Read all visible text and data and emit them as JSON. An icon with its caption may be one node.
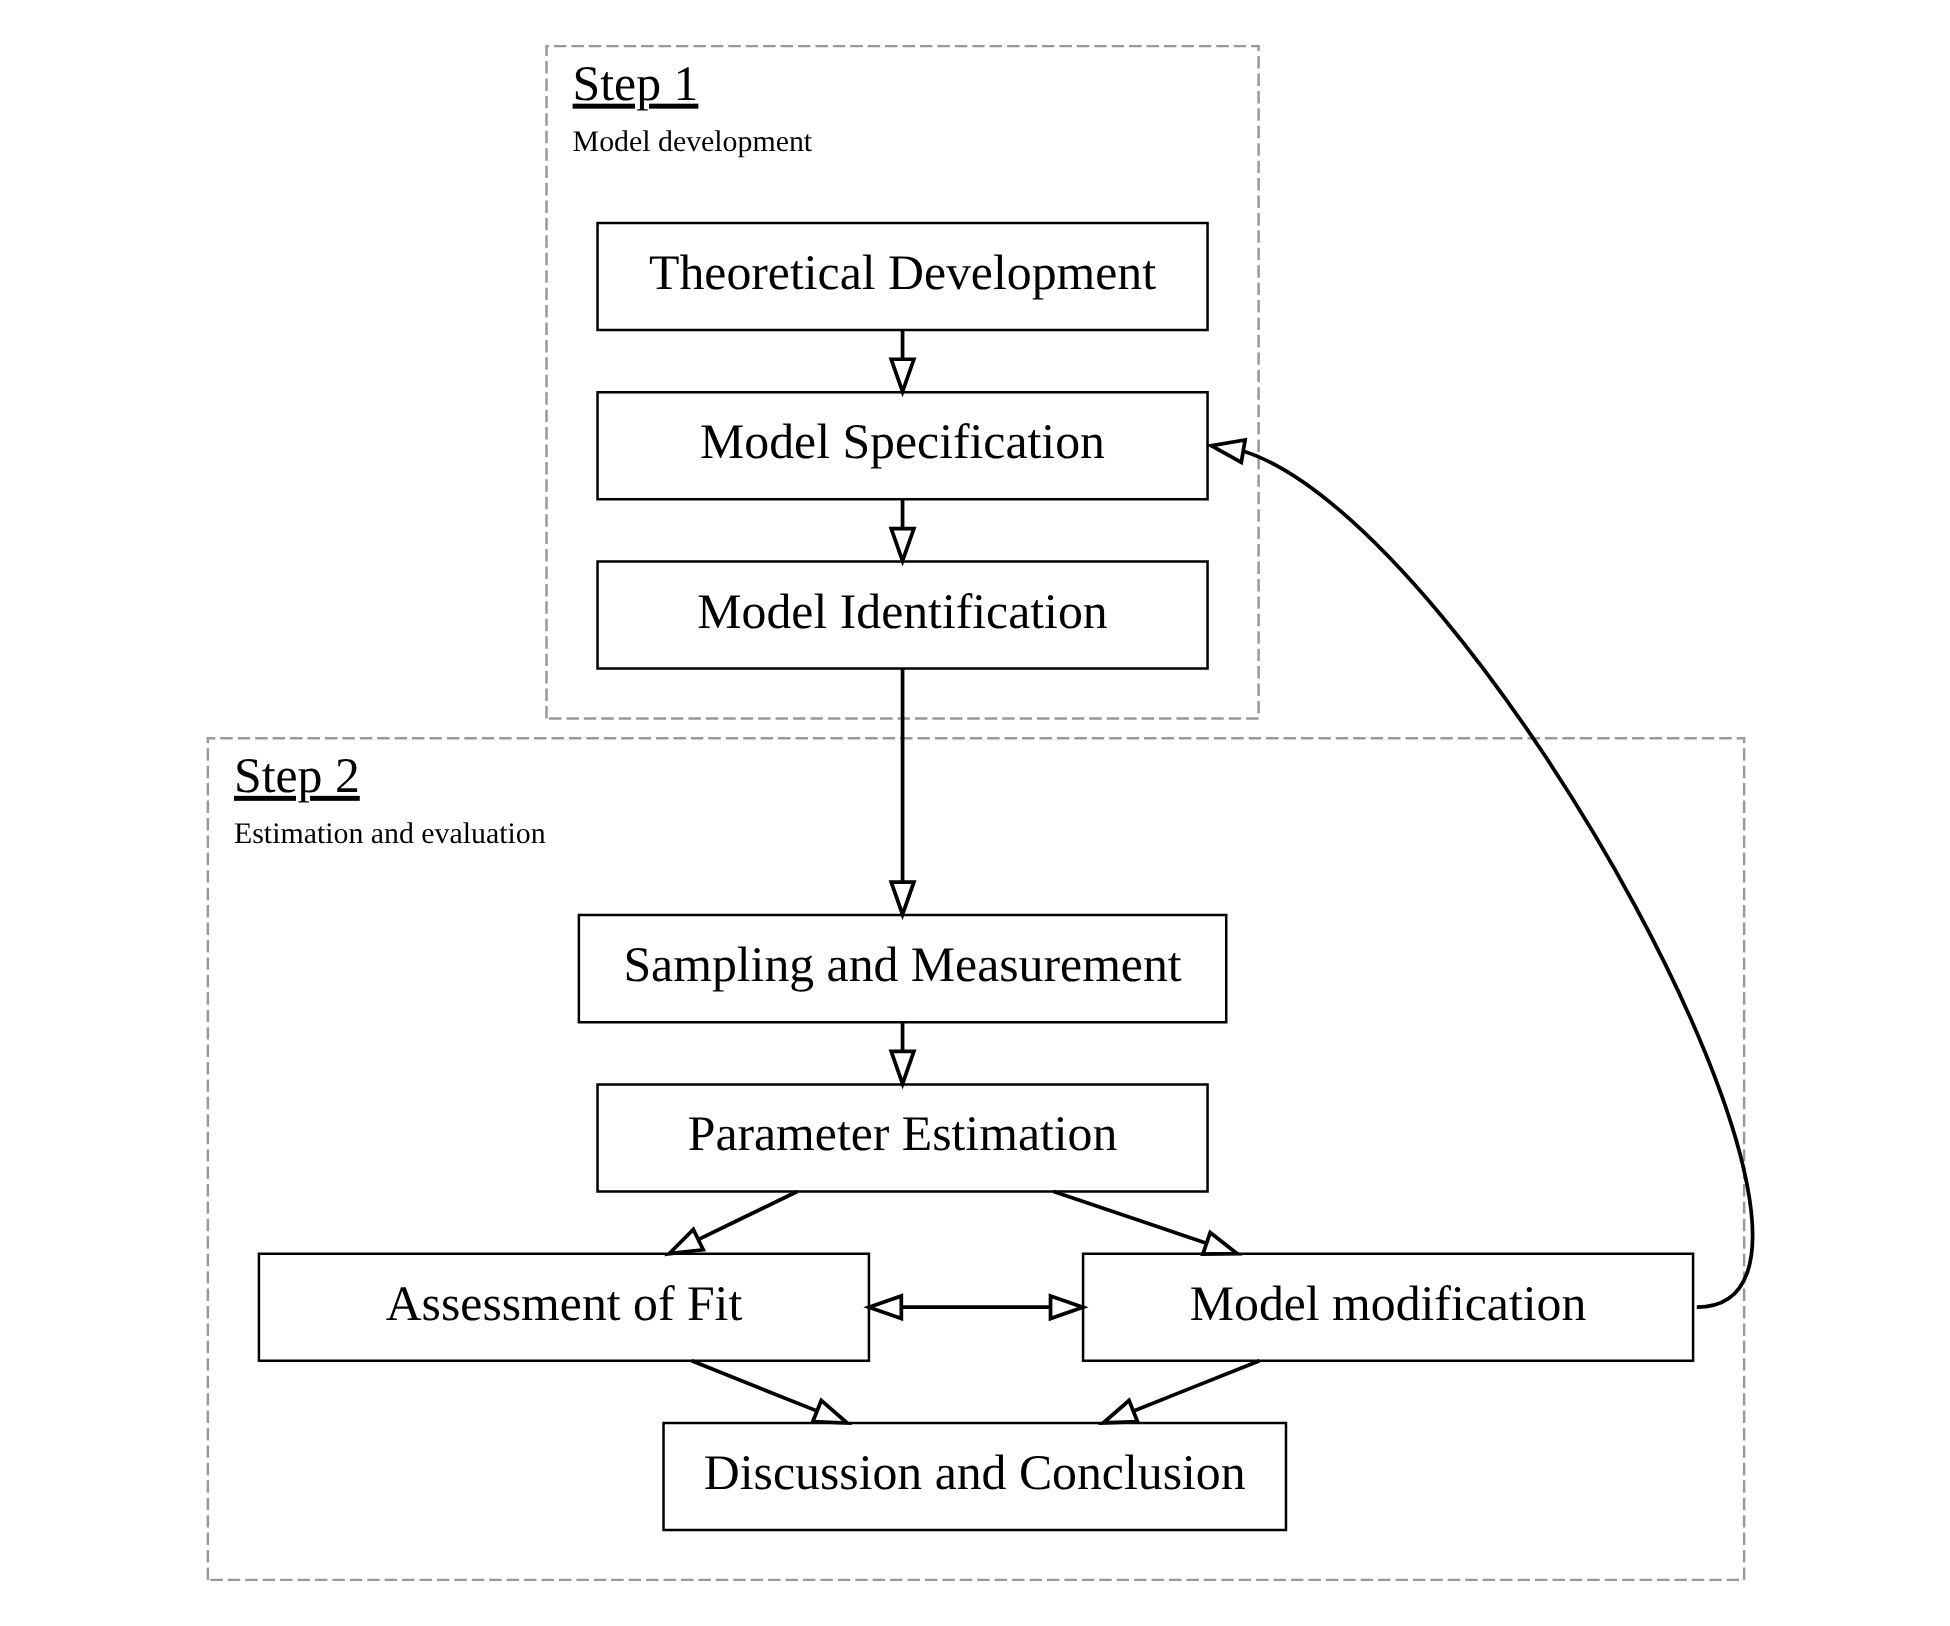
{
  "diagram": {
    "nodes": [
      {
        "text": [
          "Step 1",
          "Model development"
        ]
      },
      {
        "text": [
          "Theoretical Development"
        ],
        "in": 0
      },
      {
        "text": [
          "Model Specification"
        ],
        "in": 0
      },
      {
        "text": [
          "Model Identification"
        ],
        "in": 0
      },
      {
        "text": [
          "Step 2",
          "Estimation and evaluation"
        ]
      },
      {
        "text": [
          "Sampling and Measurement"
        ],
        "in": 4
      },
      {
        "text": [
          "Parameter Estimation"
        ],
        "in": 4
      },
      {
        "text": [
          "Assessment of Fit"
        ],
        "in": 4
      },
      {
        "text": [
          "Model modification"
        ],
        "in": 4
      },
      {
        "text": [
          "Discussion and Conclusion"
        ],
        "in": 4
      }
    ],
    "edges": [
      {
        "from": 1,
        "to": 2,
        "arrow": "to"
      },
      {
        "from": 2,
        "to": 3,
        "arrow": "to"
      },
      {
        "from": 3,
        "to": 5,
        "arrow": "to"
      },
      {
        "from": 5,
        "to": 6,
        "arrow": "to"
      },
      {
        "from": 6,
        "to": 7,
        "arrow": "to"
      },
      {
        "from": 6,
        "to": 8,
        "arrow": "to"
      },
      {
        "from": 7,
        "to": 8,
        "arrow": "both"
      },
      {
        "from": 7,
        "to": 9,
        "arrow": "to"
      },
      {
        "from": 8,
        "to": 9,
        "arrow": "to"
      },
      {
        "from": 8,
        "to": 2,
        "arrow": "to"
      }
    ]
  }
}
